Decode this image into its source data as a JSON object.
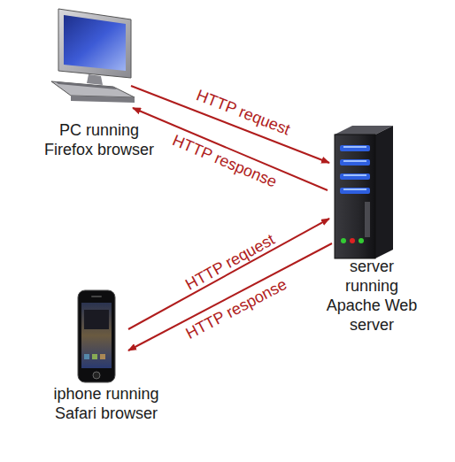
{
  "diagram": {
    "nodes": [
      {
        "text": [
          "PC running Firefox browser"
        ]
      },
      {
        "text": [
          "server running Apache Web server"
        ]
      },
      {
        "text": [
          "iphone running Safari browser"
        ]
      }
    ],
    "edges": [
      {
        "from": 0,
        "to": 1,
        "label": "HTTP request",
        "arrow": "to"
      },
      {
        "from": 1,
        "to": 0,
        "label": "HTTP response",
        "arrow": "to"
      },
      {
        "from": 2,
        "to": 1,
        "label": "HTTP request",
        "arrow": "to"
      },
      {
        "from": 1,
        "to": 2,
        "label": "HTTP response",
        "arrow": "to"
      }
    ]
  }
}
